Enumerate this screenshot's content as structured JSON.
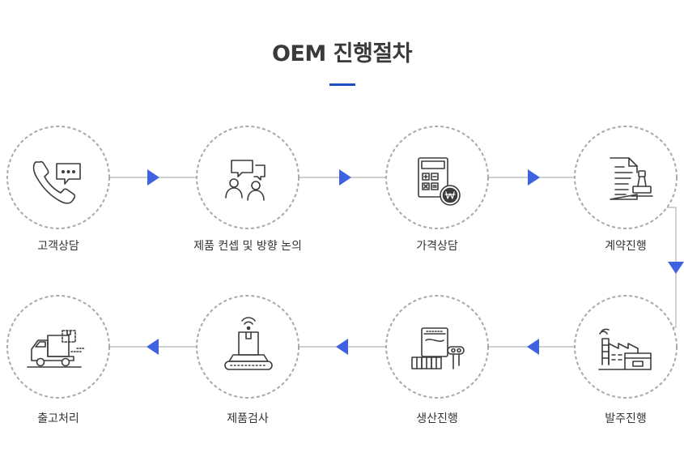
{
  "title": "OEM 진행절차",
  "colors": {
    "accent": "#1f4fbf",
    "arrow": "#3f62e0",
    "line": "#b4b4b4",
    "circle_border": "#a9a9a9",
    "icon": "#3c3c3c"
  },
  "steps": [
    {
      "label": "고객상담",
      "icon": "phone-chat-icon"
    },
    {
      "label": "제품 컨셉 및 방향 논의",
      "icon": "discussion-people-icon"
    },
    {
      "label": "가격상담",
      "icon": "calculator-won-icon"
    },
    {
      "label": "계약진행",
      "icon": "contract-stamp-icon"
    },
    {
      "label": "발주진행",
      "icon": "factory-icon"
    },
    {
      "label": "생산진행",
      "icon": "production-machine-icon"
    },
    {
      "label": "제품검사",
      "icon": "conveyor-inspection-icon"
    },
    {
      "label": "출고처리",
      "icon": "delivery-truck-icon"
    }
  ]
}
